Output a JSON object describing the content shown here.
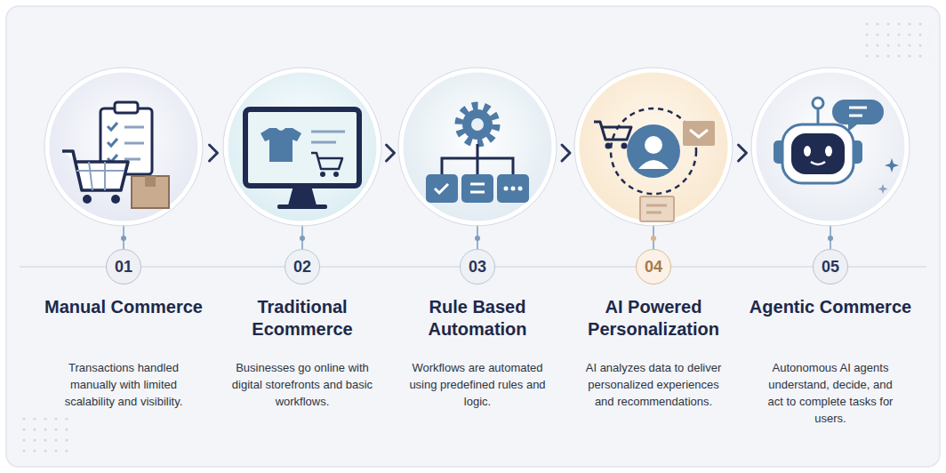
{
  "diagram": {
    "nodes": [
      {
        "text": [
          "01",
          "Manual Commerce",
          "Transactions handled manually with limited scalability and visibility."
        ]
      },
      {
        "text": [
          "02",
          "Traditional Ecommerce",
          "Businesses go online with digital storefronts and basic workflows."
        ]
      },
      {
        "text": [
          "03",
          "Rule Based Automation",
          "Workflows are automated using predefined rules and logic."
        ]
      },
      {
        "text": [
          "04",
          "AI Powered Personalization",
          "AI analyzes data to deliver personalized experiences and recommendations."
        ]
      },
      {
        "text": [
          "05",
          "Agentic Commerce",
          "Autonomous AI agents understand, decide, and act to complete tasks for users."
        ]
      }
    ],
    "edges": [
      {
        "from": 0,
        "to": 1,
        "arrow": "to"
      },
      {
        "from": 1,
        "to": 2,
        "arrow": "to"
      },
      {
        "from": 2,
        "to": 3,
        "arrow": "to"
      },
      {
        "from": 3,
        "to": 4,
        "arrow": "to"
      }
    ]
  }
}
